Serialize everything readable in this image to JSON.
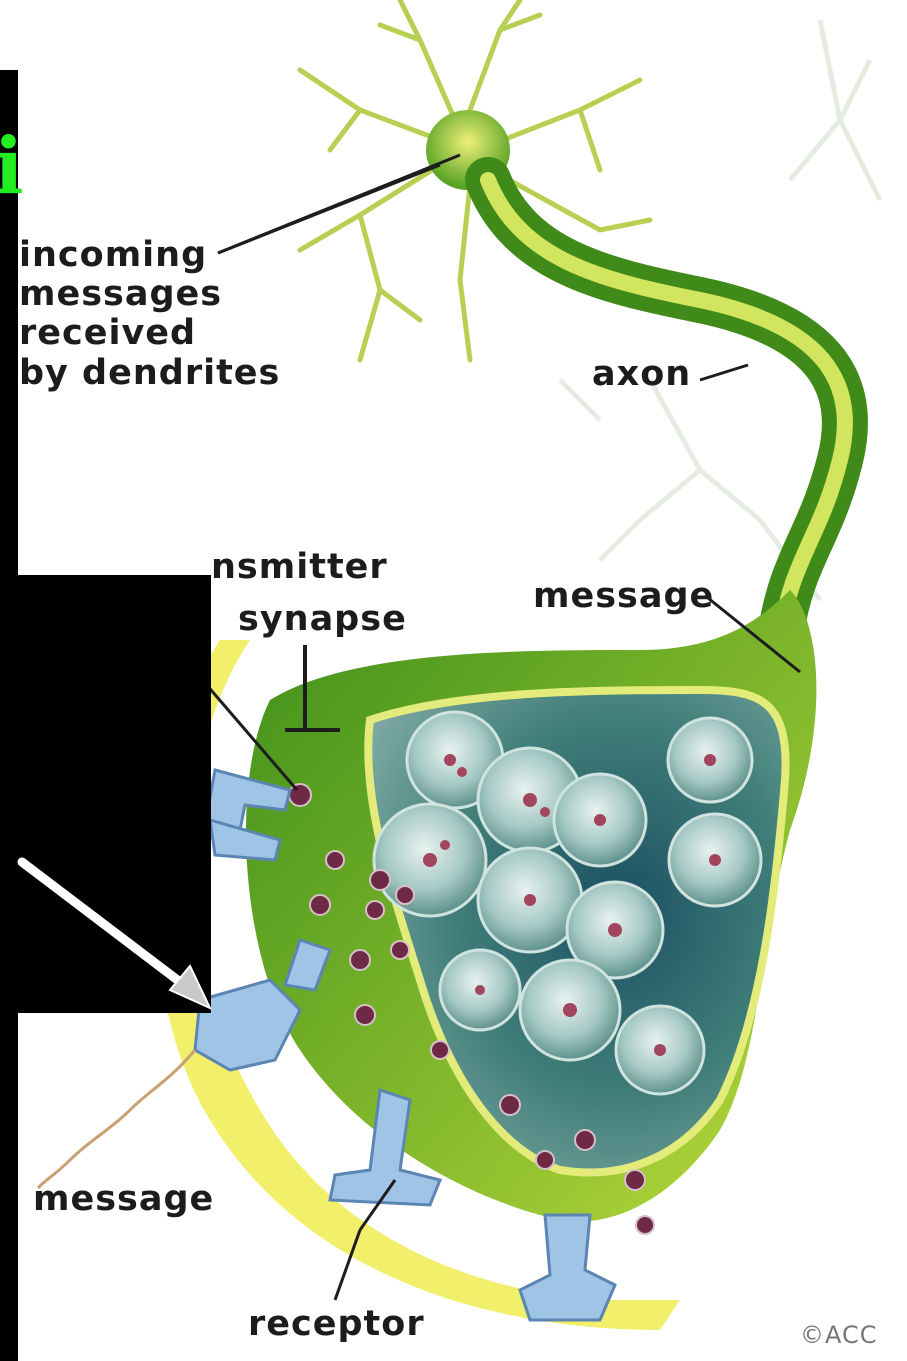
{
  "labels": {
    "incoming": [
      "incoming",
      "messages",
      "received",
      "by dendrites"
    ],
    "axon": "axon",
    "neurotransmitter_partial": "nsmitter",
    "synapse": "synapse",
    "message_top": "message",
    "message_bottom": "message",
    "receptor": "receptor",
    "copyright": "©ACC"
  },
  "overlay": {
    "green_letter": "i"
  },
  "colors": {
    "neuron_green": "#5aa81e",
    "membrane_yellow": "#f2ef6a",
    "vesicle_teal": "#7fa9a4",
    "receptor_blue": "#9fc4e6",
    "overlay_black": "#000000",
    "overlay_green_text": "#22ee22"
  }
}
